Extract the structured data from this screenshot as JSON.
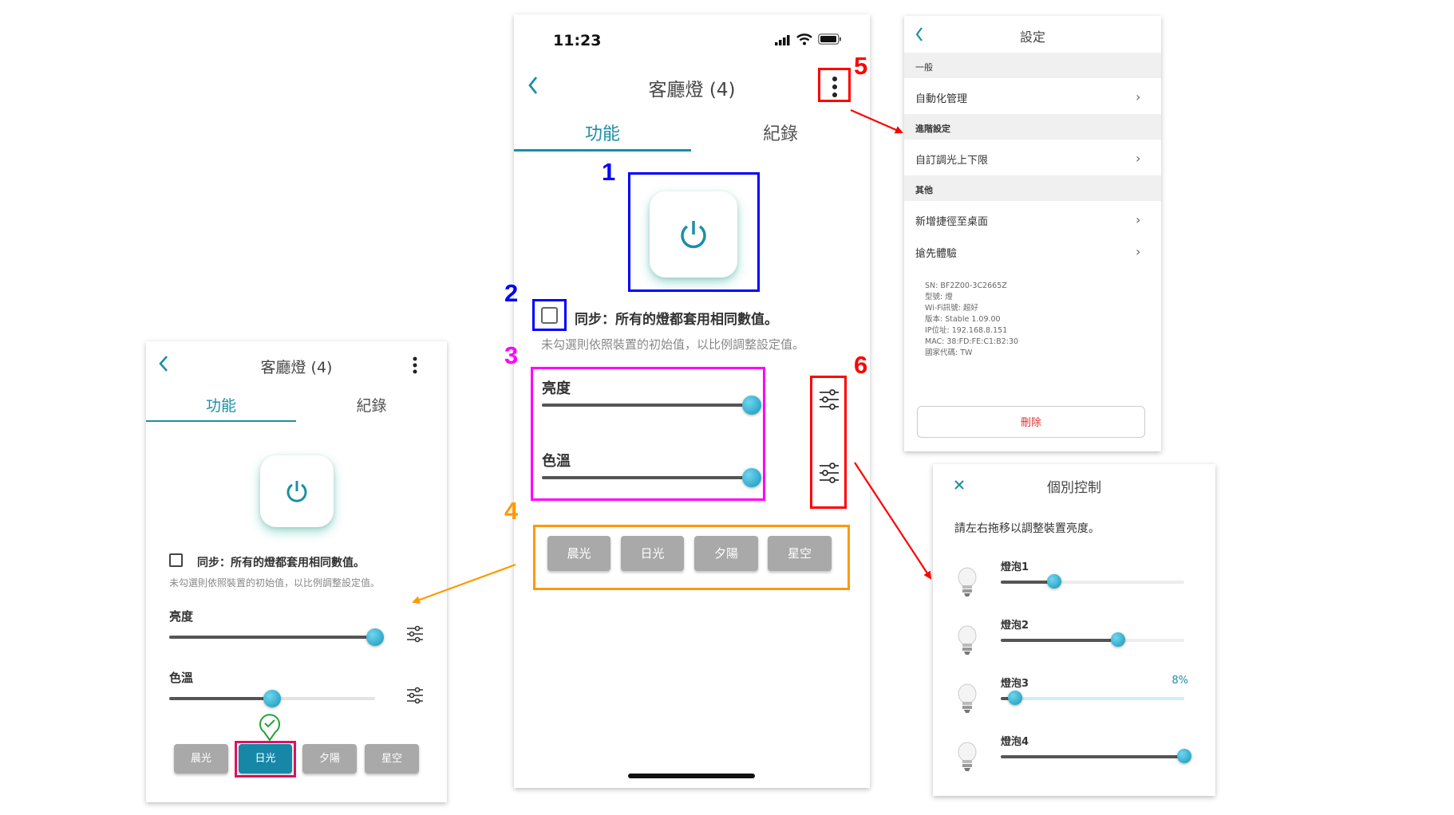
{
  "center": {
    "status_time": "11:23",
    "title": "客廳燈 (4)",
    "tabs": [
      "功能",
      "紀錄"
    ],
    "sync_label": "同步：所有的燈都套用相同數值。",
    "sync_hint": "未勾選則依照裝置的初始值，以比例調整設定值。",
    "brightness_label": "亮度",
    "brightness_value": 1.0,
    "color_temp_label": "色溫",
    "color_temp_value": 1.0,
    "scenes": [
      "晨光",
      "日光",
      "夕陽",
      "星空"
    ]
  },
  "left": {
    "title": "客廳燈 (4)",
    "tabs": [
      "功能",
      "紀錄"
    ],
    "sync_label": "同步：所有的燈都套用相同數值。",
    "sync_hint": "未勾選則依照裝置的初始值，以比例調整設定值。",
    "brightness_label": "亮度",
    "brightness_value": 1.0,
    "color_temp_label": "色溫",
    "color_temp_value": 0.5,
    "scenes": [
      "晨光",
      "日光",
      "夕陽",
      "星空"
    ],
    "selected_scene": "日光"
  },
  "settings": {
    "title": "設定",
    "section_general": "一般",
    "item_automation": "自動化管理",
    "section_advanced": "進階設定",
    "item_dimming": "自訂調光上下限",
    "section_other": "其他",
    "item_shortcut": "新增捷徑至桌面",
    "item_preview": "搶先體驗",
    "info": [
      "SN: BF2Z00-3C2665Z",
      "型號: 燈",
      "Wi-Fi訊號: 超好",
      "版本: Stable 1.09.00",
      "IP位址: 192.168.8.151",
      "MAC: 38:FD:FE:C1:B2:30",
      "國家代碼: TW"
    ],
    "delete_label": "刪除"
  },
  "individual": {
    "title": "個別控制",
    "hint": "請左右拖移以調整裝置亮度。",
    "bulbs": [
      {
        "name": "燈泡1",
        "value": 0.29,
        "percent": ""
      },
      {
        "name": "燈泡2",
        "value": 0.64,
        "percent": ""
      },
      {
        "name": "燈泡3",
        "value": 0.08,
        "percent": "8%"
      },
      {
        "name": "燈泡4",
        "value": 1.0,
        "percent": ""
      }
    ]
  },
  "callouts": [
    "1",
    "2",
    "3",
    "4",
    "5",
    "6"
  ],
  "colors": {
    "accent": "#1b8fa6",
    "blue_box": "#0000ff",
    "magenta_box": "#ff00ff",
    "orange_box": "#ff9900",
    "red_box": "#ff0000",
    "scene_gray": "#a9a9a9",
    "scene_selected": "#1787a8"
  }
}
